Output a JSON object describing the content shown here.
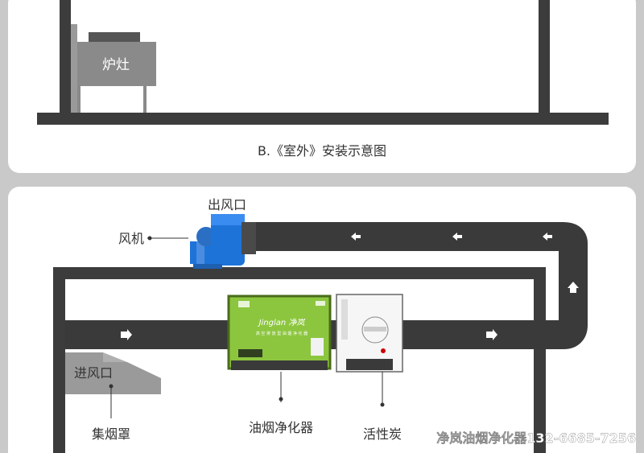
{
  "top_panel": {
    "stove_label": "炉灶",
    "caption": "B.《室外》安装示意图"
  },
  "bottom_panel": {
    "fan_outlet_label": "出风口",
    "fan_label": "风机",
    "inlet_label": "进风口",
    "hood_label": "集烟罩",
    "purifier_label": "油烟净化器",
    "carbon_label": "活性炭",
    "purifier_brand": "Jinglan 净岚",
    "purifier_model_line": "高 空 排 放 型 油 烟 净 化 器",
    "footer_text": "净岚油烟净化器132-6685-7256"
  },
  "colors": {
    "background": "#c9c9c9",
    "panel": "#ffffff",
    "duct": "#3a3a3a",
    "wall": "#3c3c3c",
    "purifier_green": "#8cc63f",
    "fan_blue": "#1e73d8",
    "footer_text": "#ffffff"
  },
  "icons": [
    "duct-flow-arrow-icon",
    "fan-blower-icon",
    "stove-icon",
    "range-hood-icon",
    "purifier-unit-icon",
    "carbon-filter-unit-icon"
  ]
}
